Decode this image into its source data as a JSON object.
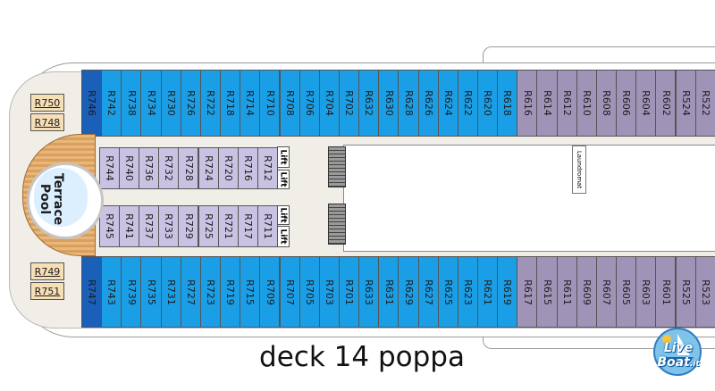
{
  "caption": "deck 14 poppa",
  "logo": {
    "line1": "Live",
    "line2": "Boat",
    "suffix": ".it"
  },
  "pool": {
    "label": "Terrace\nPool"
  },
  "facilities": {
    "lift": "Lift",
    "laundromat": "Laundromat"
  },
  "cabins": {
    "top_row": [
      "R746",
      "R742",
      "R738",
      "R734",
      "R730",
      "R726",
      "R722",
      "R718",
      "R714",
      "R710",
      "R708",
      "R706",
      "R704",
      "R702",
      "R632",
      "R630",
      "R628",
      "R626",
      "R624",
      "R622",
      "R620",
      "R618",
      "R616",
      "R614",
      "R612",
      "R610",
      "R608",
      "R606",
      "R604",
      "R602",
      "R524",
      "R522"
    ],
    "inner_top": [
      "R744",
      "R740",
      "R736",
      "R732",
      "R728",
      "R724",
      "R720",
      "R716",
      "R712"
    ],
    "inner_bottom": [
      "R745",
      "R741",
      "R737",
      "R733",
      "R729",
      "R725",
      "R721",
      "R717",
      "R711"
    ],
    "bottom_row": [
      "R747",
      "R743",
      "R739",
      "R735",
      "R731",
      "R727",
      "R723",
      "R719",
      "R715",
      "R709",
      "R707",
      "R705",
      "R703",
      "R701",
      "R633",
      "R631",
      "R629",
      "R627",
      "R625",
      "R623",
      "R621",
      "R619",
      "R617",
      "R615",
      "R611",
      "R609",
      "R607",
      "R605",
      "R603",
      "R601",
      "R525",
      "R523"
    ],
    "side_top": [
      "R750",
      "R748"
    ],
    "side_bottom": [
      "R749",
      "R751"
    ]
  },
  "colors": {
    "balcony": "#1a9ee6",
    "oceanview": "#9f94b8",
    "interior": "#c9c2e3",
    "suite": "#f6dfb7"
  }
}
